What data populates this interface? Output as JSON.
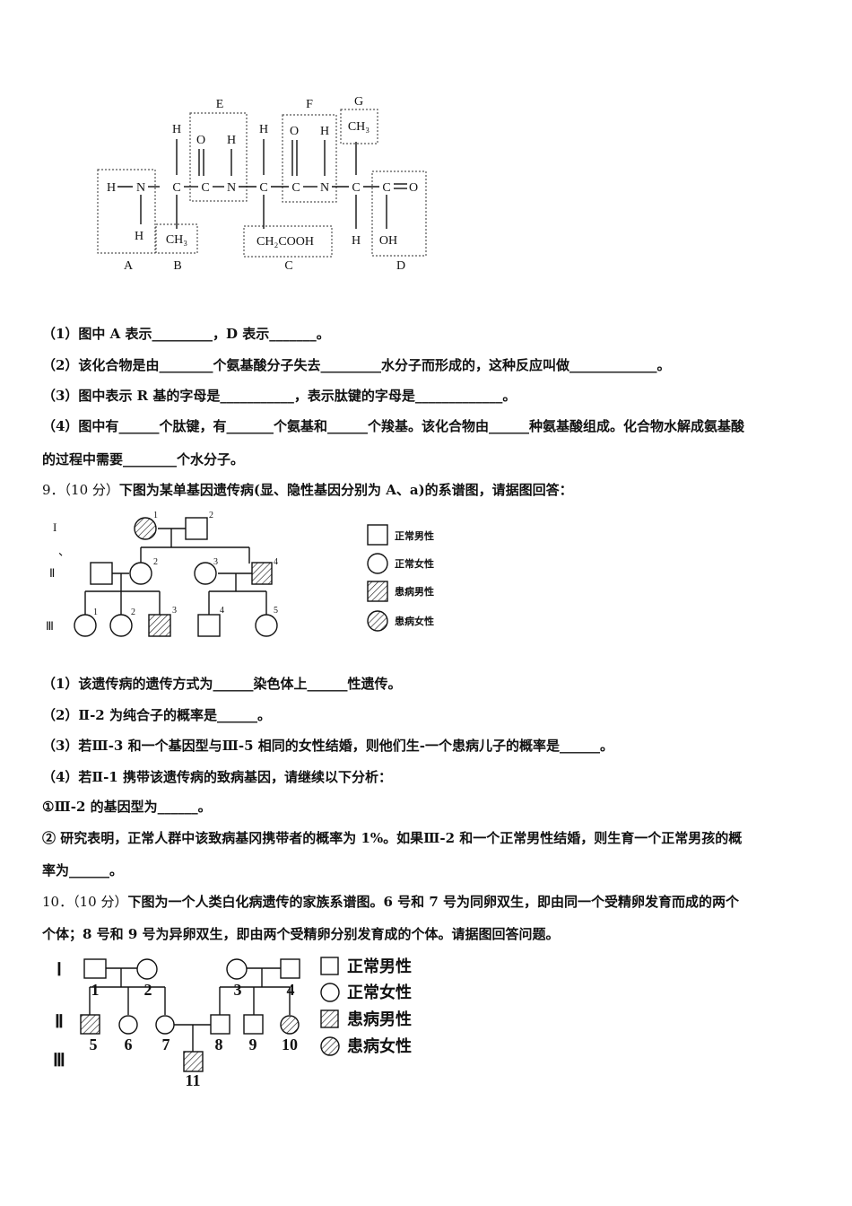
{
  "peptide": {
    "labels": {
      "A": "A",
      "B": "B",
      "C": "C",
      "D": "D",
      "E": "E",
      "F": "F",
      "G": "G"
    },
    "atoms": {
      "H": "H",
      "N": "N",
      "C": "C",
      "O": "O",
      "ch3": "CH₃",
      "ch2cooh": "CH₂COOH",
      "oh": "OH",
      "dash": "—"
    }
  },
  "q8": {
    "l1": "（1）图中 A 表示_________，D 表示_______。",
    "l2": "（2）该化合物是由________个氨基酸分子失去_________水分子而形成的，这种反应叫做_____________。",
    "l3": "（3）图中表示 R 基的字母是___________，表示肽键的字母是_____________。",
    "l4a": "（4）图中有______个肽键，有_______个氨基和______个羧基。该化合物由______种氨基酸组成。化合物水解成氨基酸",
    "l4b": "的过程中需要________个水分子。"
  },
  "q9": {
    "num": "9．（10 分）",
    "title": "下图为某单基因遗传病(显、隐性基因分别为 A、a)的系谱图，请据图回答：",
    "gen": {
      "I": "I",
      "II": "Ⅱ",
      "III": "Ⅲ",
      "comma": "、"
    },
    "ids": {
      "1": "1",
      "2": "2",
      "3": "3",
      "4": "4",
      "5": "5"
    },
    "legend": {
      "normal_male": "正常男性",
      "normal_female": "正常女性",
      "affected_male": "患病男性",
      "affected_female": "患病女性"
    },
    "l1": "（1）该遗传病的遗传方式为______染色体上______性遗传。",
    "l2": "（2）Ⅱ-2 为纯合子的概率是______。",
    "l3": "（3）若Ⅲ-3 和一个基因型与Ⅲ-5 相同的女性结婚，则他们生-一个患病儿子的概率是______。",
    "l4": "（4）若Ⅱ-1 携带该遗传病的致病基因，请继续以下分析：",
    "l5": "①Ⅲ-2 的基因型为______。",
    "l6a": "② 研究表明，正常人群中该致病基冈携带者的概率为 1%。如果Ⅲ-2 和一个正常男性结婚，则生育一个正常男孩的概",
    "l6b": "率为______。"
  },
  "q10": {
    "num": "10．（10 分）",
    "title_a": "下图为一个人类白化病遗传的家族系谱图。6 号和 7 号为同卵双生，即由同一个受精卵发育而成的两个",
    "title_b": "个体；8 号和 9 号为异卵双生，即由两个受精卵分别发育成的个体。请据图回答问题。",
    "gen": {
      "I": "Ⅰ",
      "II": "Ⅱ",
      "III": "Ⅲ"
    },
    "ids": [
      "1",
      "2",
      "3",
      "4",
      "5",
      "6",
      "7",
      "8",
      "9",
      "10",
      "11"
    ],
    "legend": {
      "normal_male": "正常男性",
      "normal_female": "正常女性",
      "affected_male": "患病男性",
      "affected_female": "患病女性"
    }
  }
}
